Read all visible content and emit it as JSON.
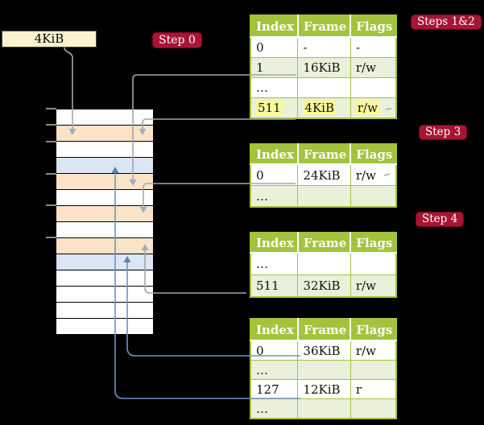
{
  "size_label": "4KiB",
  "badges": {
    "step0": "Step 0",
    "steps_1_2": "Steps 1&2",
    "step3": "Step 3",
    "step4": "Step 4"
  },
  "page_tables": [
    {
      "name": "page-table-steps-1-2",
      "headers": [
        "Index",
        "Frame",
        "Flags"
      ],
      "rows": [
        {
          "cells": [
            "0",
            "-",
            "-"
          ],
          "shaded": false,
          "highlighted": false
        },
        {
          "cells": [
            "1",
            "16KiB",
            "r/w"
          ],
          "shaded": true,
          "highlighted": false
        },
        {
          "cells": [
            "…",
            "",
            ""
          ],
          "shaded": false,
          "highlighted": false
        },
        {
          "cells": [
            "511",
            "4KiB",
            "r/w"
          ],
          "shaded": true,
          "highlighted": true
        }
      ]
    },
    {
      "name": "page-table-step-3",
      "headers": [
        "Index",
        "Frame",
        "Flags"
      ],
      "rows": [
        {
          "cells": [
            "0",
            "24KiB",
            "r/w"
          ],
          "shaded": false,
          "highlighted": false
        },
        {
          "cells": [
            "…",
            "",
            ""
          ],
          "shaded": true,
          "highlighted": false
        }
      ]
    },
    {
      "name": "page-table-step-4",
      "headers": [
        "Index",
        "Frame",
        "Flags"
      ],
      "rows": [
        {
          "cells": [
            "…",
            "",
            ""
          ],
          "shaded": false,
          "highlighted": false
        },
        {
          "cells": [
            "511",
            "32KiB",
            "r/w"
          ],
          "shaded": true,
          "highlighted": false
        }
      ]
    },
    {
      "name": "page-table-final",
      "headers": [
        "Index",
        "Frame",
        "Flags"
      ],
      "rows": [
        {
          "cells": [
            "0",
            "36KiB",
            "r/w"
          ],
          "shaded": false,
          "highlighted": false
        },
        {
          "cells": [
            "…",
            "",
            ""
          ],
          "shaded": true,
          "highlighted": false
        },
        {
          "cells": [
            "127",
            "12KiB",
            "r"
          ],
          "shaded": false,
          "highlighted": false
        },
        {
          "cells": [
            "…",
            "",
            ""
          ],
          "shaded": true,
          "highlighted": false
        }
      ]
    }
  ],
  "memory_column": {
    "rows": [
      "plain",
      "orange",
      "plain",
      "blue",
      "orange",
      "plain",
      "orange",
      "plain",
      "orange",
      "blue",
      "plain",
      "plain",
      "plain",
      "plain"
    ]
  },
  "colors": {
    "background": "#000000",
    "badge_red": "#a81434",
    "table_header_green": "#a2c43c",
    "row_shade_green": "#eaf0d9",
    "highlight_yellow": "#fcf89b",
    "frame_orange": "#fce3c8",
    "frame_blue": "#dae5f5",
    "label_cream": "#fdf2d0",
    "connector_gray": "#a6a6a6",
    "connector_blue": "#7191c1"
  }
}
